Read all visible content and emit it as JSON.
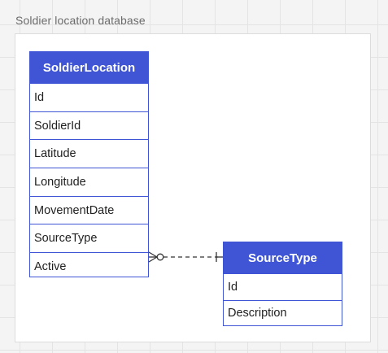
{
  "diagram": {
    "title": "Soldier location database"
  },
  "entities": {
    "soldier_location": {
      "name": "SoldierLocation",
      "fields": [
        "Id",
        "SoldierId",
        "Latitude",
        "Longitude",
        "MovementDate",
        "SourceType",
        "Active"
      ]
    },
    "source_type": {
      "name": "SourceType",
      "fields": [
        "Id",
        "Description"
      ]
    }
  },
  "relationship": {
    "from": "SoldierLocation.Active",
    "to": "SourceType",
    "from_cardinality": "zero-or-many",
    "to_cardinality": "one",
    "line_style": "dashed"
  },
  "colors": {
    "entity_accent": "#3f55d6",
    "header_text": "#ffffff",
    "field_text": "#1f1f1f",
    "title_text": "#6b6b6b",
    "connector": "#333333"
  }
}
